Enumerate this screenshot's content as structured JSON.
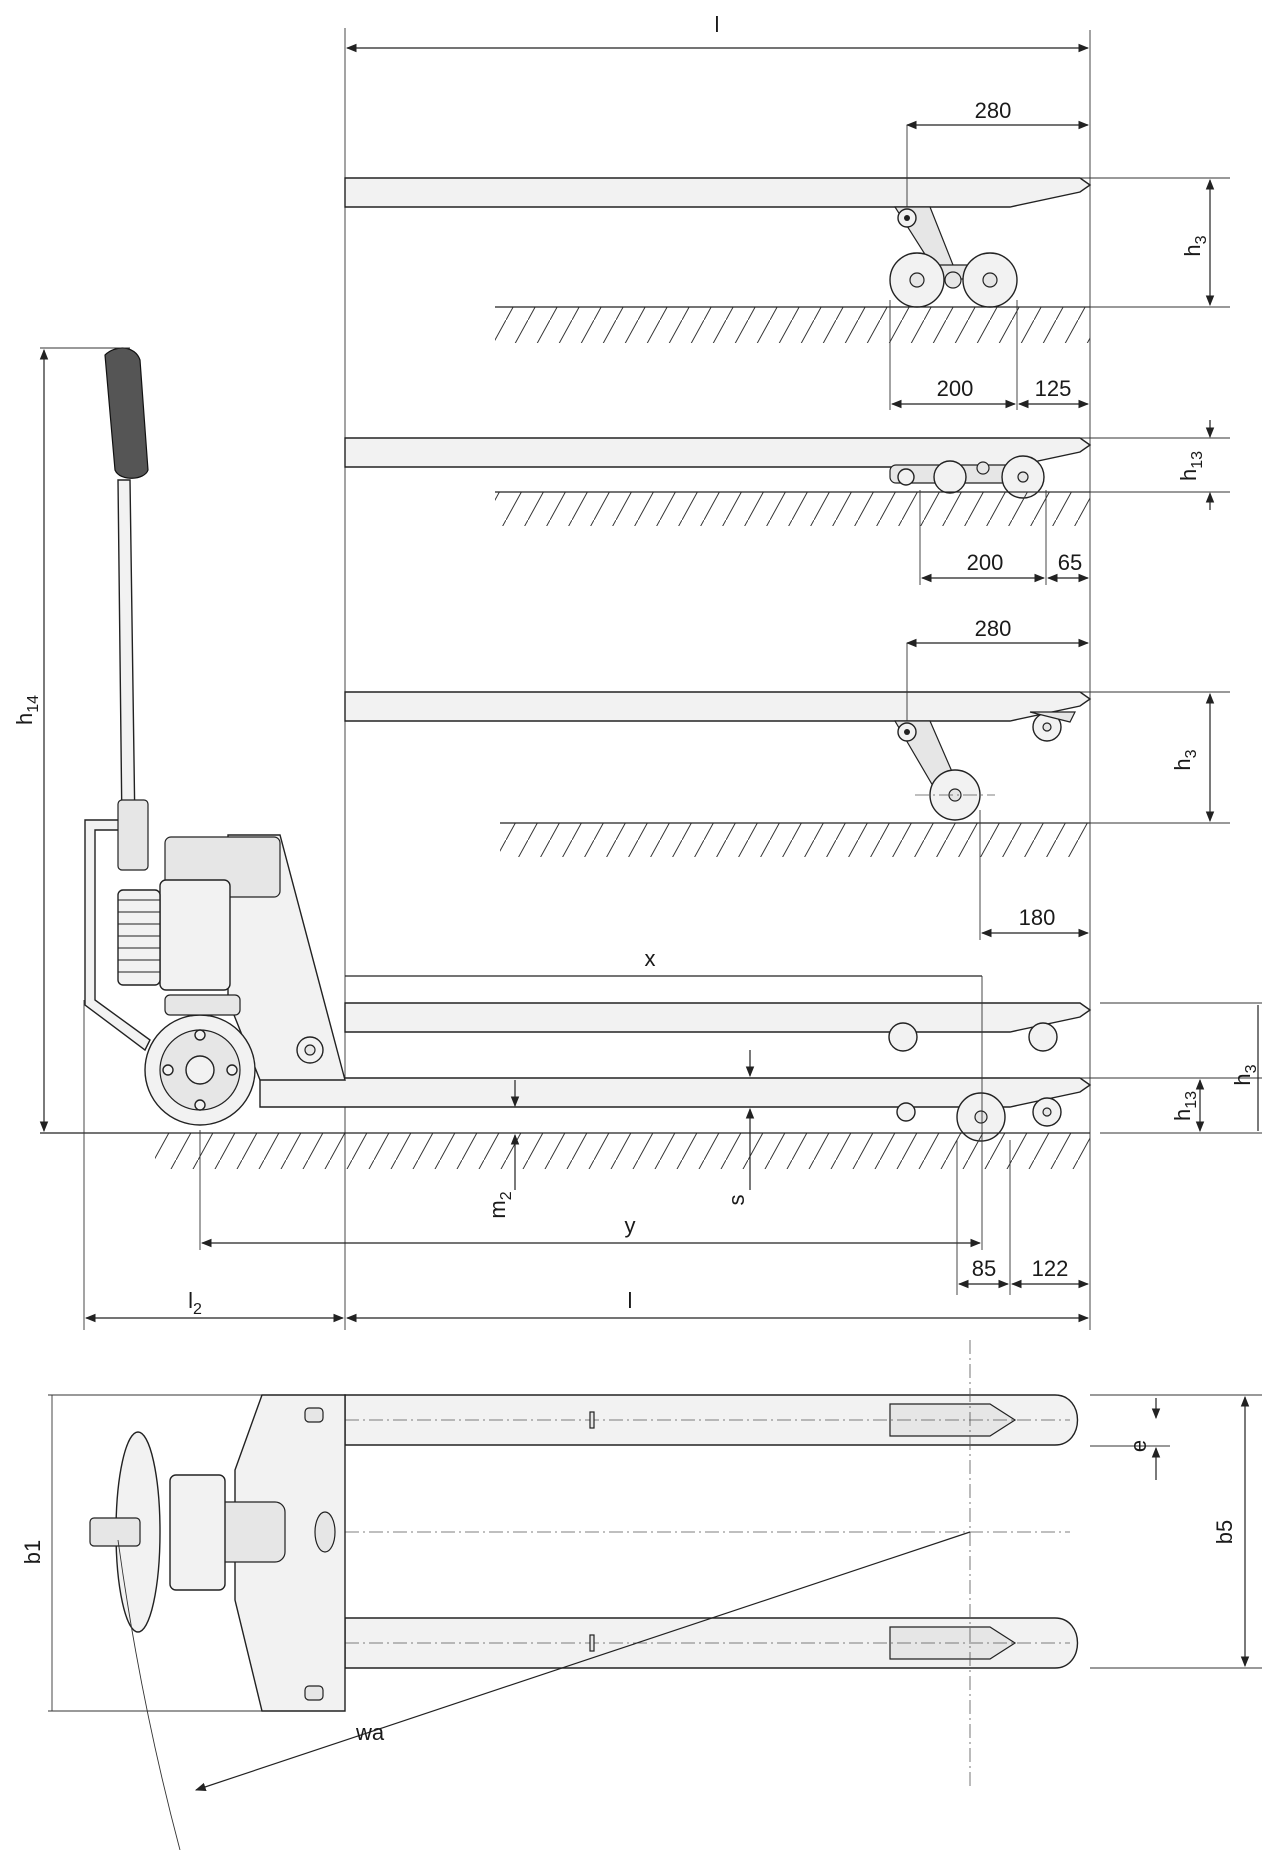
{
  "labels": {
    "l_top": "l",
    "l_bottom": "l",
    "l2_main": "l",
    "l2_sub": "2",
    "h14_main": "h",
    "h14_sub": "14",
    "h3_a_main": "h",
    "h3_a_sub": "3",
    "h3_b_main": "h",
    "h3_b_sub": "3",
    "h3_c_main": "h",
    "h3_c_sub": "3",
    "h13_a_main": "h",
    "h13_a_sub": "13",
    "h13_b_main": "h",
    "h13_b_sub": "13",
    "m2_main": "m",
    "m2_sub": "2",
    "s": "s",
    "x": "x",
    "y": "y",
    "e": "e",
    "b1": "b1",
    "b5": "b5",
    "wa": "wa",
    "d280_a": "280",
    "d200_a": "200",
    "d125": "125",
    "d200_b": "200",
    "d65": "65",
    "d280_b": "280",
    "d180": "180",
    "d85": "85",
    "d122": "122"
  }
}
